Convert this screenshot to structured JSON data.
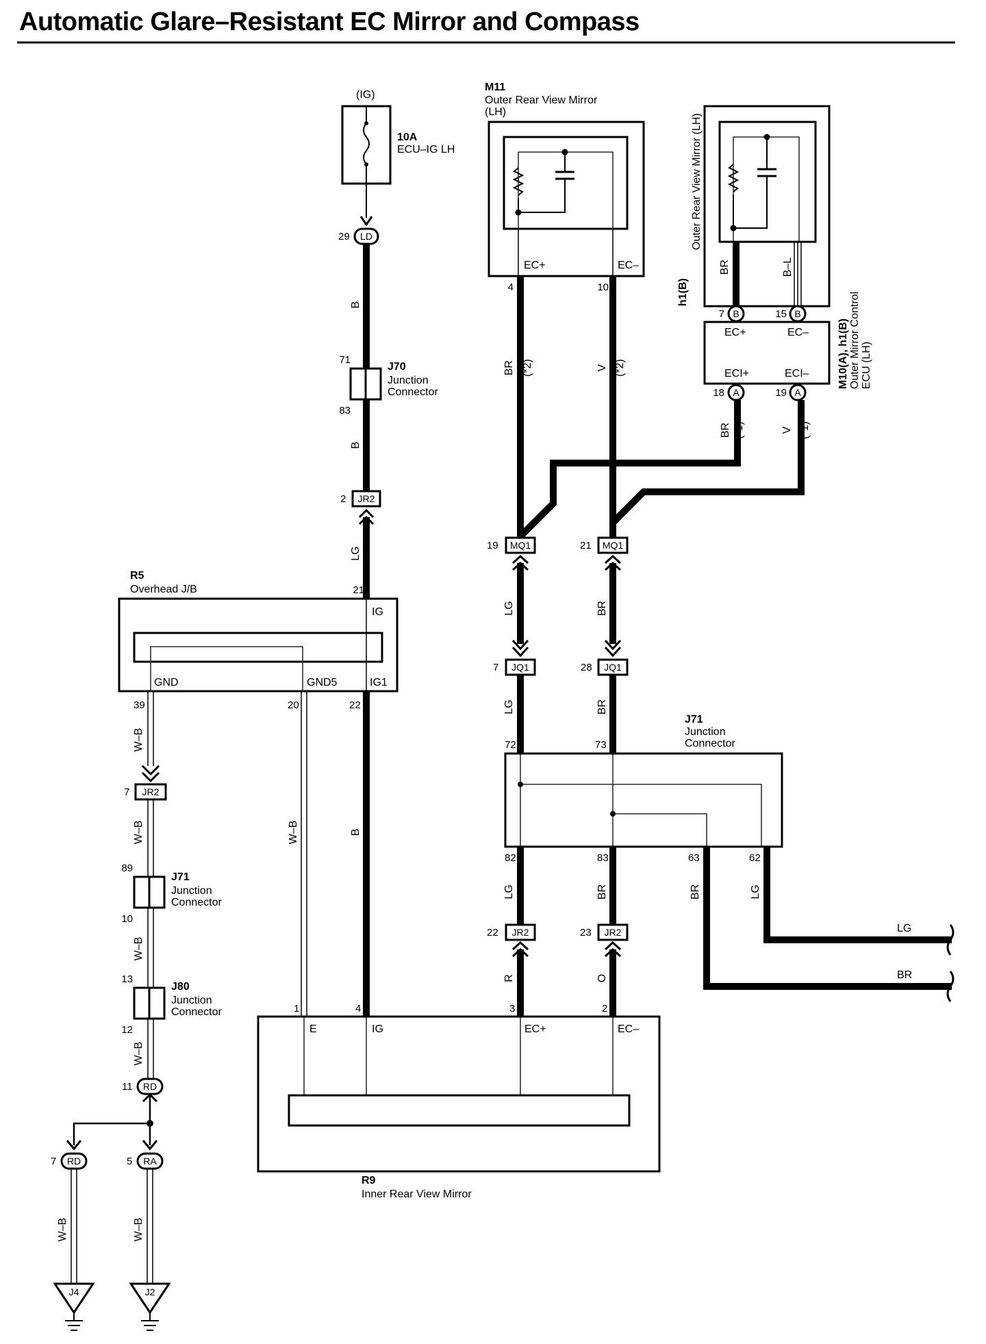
{
  "title": "Automatic Glare–Resistant EC Mirror and Compass",
  "fuse": {
    "supply": "(IG)",
    "rating": "10A",
    "name": "ECU–IG LH"
  },
  "components": {
    "m11": {
      "code": "M11",
      "name_line1": "Outer Rear View Mirror",
      "name_line2": "(LH)",
      "term_pos": "EC+",
      "term_neg": "EC–",
      "pin_pos": "4",
      "pin_neg": "10"
    },
    "h1": {
      "code": "h1(B)",
      "name": "Outer Rear View Mirror (LH)",
      "pin_a": "7",
      "pin_b": "15",
      "conn": "B"
    },
    "m10": {
      "code": "M10(A), h1(B)",
      "name_line1": "Outer Mirror Control",
      "name_line2": "ECU (LH)",
      "term_ec_pos": "EC+",
      "term_ec_neg": "EC–",
      "term_eci_pos": "ECI+",
      "term_eci_neg": "ECI–",
      "pin_a": "18",
      "pin_b": "19",
      "conn": "A"
    },
    "r5": {
      "code": "R5",
      "name": "Overhead J/B",
      "term_ig": "IG",
      "term_gnd": "GND",
      "term_gnd5": "GND5",
      "term_ig1": "IG1",
      "pin_21": "21",
      "pin_39": "39",
      "pin_20": "20",
      "pin_22": "22"
    },
    "r9": {
      "code": "R9",
      "name": "Inner Rear View Mirror",
      "term_e": "E",
      "term_ig": "IG",
      "term_ec_pos": "EC+",
      "term_ec_neg": "EC–",
      "pin_1": "1",
      "pin_4": "4",
      "pin_3": "3",
      "pin_2": "2"
    },
    "j70": {
      "code": "J70",
      "name_line1": "Junction",
      "name_line2": "Connector",
      "pin_in": "71",
      "pin_out": "83"
    },
    "j71_left": {
      "code": "J71",
      "name_line1": "Junction",
      "name_line2": "Connector",
      "pin_in": "89",
      "pin_out": "10"
    },
    "j80": {
      "code": "J80",
      "name_line1": "Junction",
      "name_line2": "Connector",
      "pin_in": "13",
      "pin_out": "12"
    },
    "j71_right": {
      "code": "J71",
      "name_line1": "Junction",
      "name_line2": "Connector",
      "pin_72": "72",
      "pin_73": "73",
      "pin_82": "82",
      "pin_83": "83",
      "pin_63": "63",
      "pin_62": "62"
    }
  },
  "connectors": {
    "ld": {
      "name": "LD",
      "pin": "29"
    },
    "jr2_top": {
      "name": "JR2",
      "pin": "2"
    },
    "mq1_a": {
      "name": "MQ1",
      "pin": "19"
    },
    "mq1_b": {
      "name": "MQ1",
      "pin": "21"
    },
    "jq1_a": {
      "name": "JQ1",
      "pin": "7"
    },
    "jq1_b": {
      "name": "JQ1",
      "pin": "28"
    },
    "jr2_left": {
      "name": "JR2",
      "pin": "7"
    },
    "jr2_c": {
      "name": "JR2",
      "pin": "22"
    },
    "jr2_d": {
      "name": "JR2",
      "pin": "23"
    },
    "rd_top": {
      "name": "RD",
      "pin": "11"
    },
    "rd_bot": {
      "name": "RD",
      "pin": "7"
    },
    "ra": {
      "name": "RA",
      "pin": "5"
    }
  },
  "grounds": {
    "j4": "J4",
    "j2": "J2"
  },
  "wires": {
    "b1": "B",
    "b2": "B",
    "lg_ig": "LG",
    "b_ig1": "B",
    "br_m11": "BR",
    "v_m11": "V",
    "note2a": "(*2)",
    "note2b": "(*2)",
    "br_h1": "BR",
    "bl_h1": "B–L",
    "br_m10": "BR",
    "v_m10": "V",
    "note1a": "(*1)",
    "note1b": "(*1)",
    "lg_mq": "LG",
    "br_mq": "BR",
    "lg_jq": "LG",
    "br_jq": "BR",
    "lg_82": "LG",
    "br_83": "BR",
    "br_63": "BR",
    "lg_62": "LG",
    "r_ec": "R",
    "o_ec": "O",
    "wb_gnd": "W–B",
    "wb_gnd5": "W–B",
    "wb_j71": "W–B",
    "wb_j80": "W–B",
    "wb_rd": "W–B",
    "wb_j4": "W–B",
    "wb_j2": "W–B",
    "out_lg": "LG",
    "out_br": "BR"
  }
}
